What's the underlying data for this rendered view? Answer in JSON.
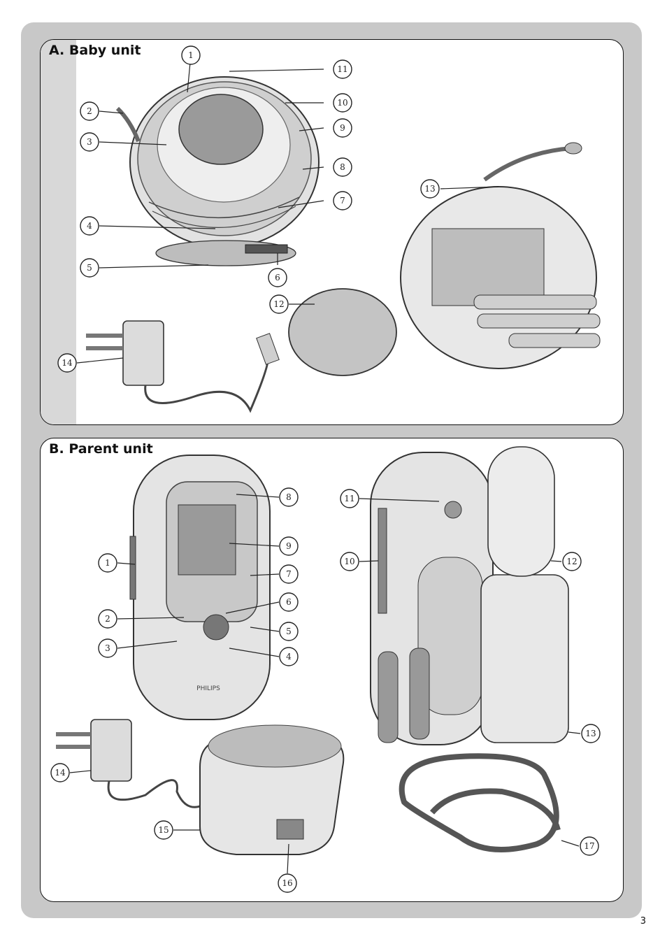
{
  "sections": {
    "baby_unit": {
      "title": "A. Baby unit",
      "callouts": [
        "1",
        "11",
        "10",
        "2",
        "3",
        "9",
        "8",
        "7",
        "4",
        "5",
        "6",
        "13",
        "12",
        "14"
      ]
    },
    "parent_unit": {
      "title": "B. Parent unit",
      "callouts": [
        "8",
        "1",
        "9",
        "7",
        "2",
        "6",
        "3",
        "5",
        "4",
        "11",
        "10",
        "12",
        "13",
        "14",
        "15",
        "16",
        "17"
      ]
    }
  },
  "page_number": "3",
  "colors": {
    "frame": "#c8c8c8",
    "panel": "#ffffff",
    "ink": "#111111",
    "strip": "#d8d8d8"
  }
}
